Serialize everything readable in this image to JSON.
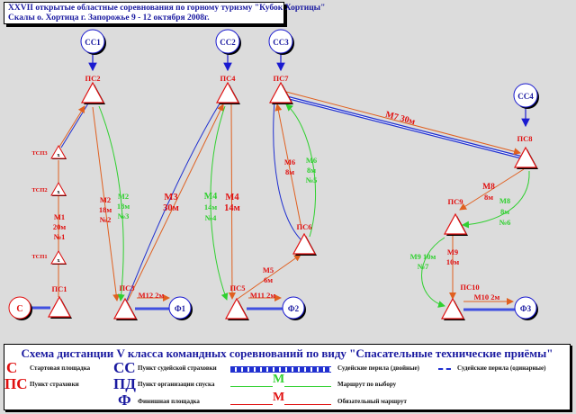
{
  "header": {
    "line1": "XXVII открытые областные соревнования по горному туризму \"Кубок Хортицы\"",
    "line2": "Скалы о. Хортица г. Запорожье 9 - 12 октября 2008г."
  },
  "colors": {
    "mandatory": "#e06020",
    "optional": "#30d030",
    "judge_rope": "#2030d0",
    "label_red": "#e01010"
  },
  "nodes": {
    "start": "С",
    "ps1": "ПС1",
    "ps2": "ПС2",
    "ps3": "ПС3",
    "ps4": "ПС4",
    "ps5": "ПС5",
    "ps6": "ПС6",
    "ps7": "ПС7",
    "ps8": "ПС8",
    "ps9": "ПС9",
    "ps10": "ПС10",
    "tsp1": "ТСП1",
    "tsp2": "ТСП2",
    "tsp3": "ТСП3",
    "cc1": "СС1",
    "cc2": "СС2",
    "cc3": "СС3",
    "cc4": "СС4",
    "f1": "Ф1",
    "f2": "Ф2",
    "f3": "Ф3"
  },
  "edges": {
    "m1": [
      "М1",
      "20м",
      "№1"
    ],
    "m2_red": [
      "М2",
      "18м",
      "№2"
    ],
    "m2_green": [
      "М2",
      "18м",
      "№3"
    ],
    "m3": [
      "М3",
      "30м"
    ],
    "m4_green": [
      "М4",
      "14м",
      "№4"
    ],
    "m4_red": [
      "М4",
      "14м"
    ],
    "m5": [
      "М5",
      "6м"
    ],
    "m6_red": [
      "М6",
      "8м"
    ],
    "m6_green": [
      "М6",
      "8м",
      "№5"
    ],
    "m7": "М7 30м",
    "m8_red": [
      "М8",
      "8м"
    ],
    "m8_green": [
      "М8",
      "8м",
      "№6"
    ],
    "m9_red": [
      "М9",
      "10м"
    ],
    "m9_green": [
      "М9 10м",
      "№7"
    ],
    "m10": "М10 2м",
    "m11": "М11 2м",
    "m12": "М12 2м"
  },
  "legend": {
    "title": "Схема дистанции V класса командных соревнований по виду \"Спасательные технические приёмы\"",
    "items": [
      {
        "symbol": "С",
        "text": "Стартовая площадка"
      },
      {
        "symbol": "ПС",
        "text": "Пункт страховки"
      },
      {
        "symbol": "СС",
        "text": "Пункт судейской страховки"
      },
      {
        "symbol": "ПД",
        "text": "Пункт организации спуска"
      },
      {
        "symbol": "Ф",
        "text": "Финишная площадка"
      }
    ],
    "double_rope": "Судейские перила (двойные)",
    "single_rope": "Судейские перила (одинарные)",
    "route_letter": "М",
    "optional_route": "Маршрут по выбору",
    "mandatory_route": "Обязательный маршрут"
  }
}
